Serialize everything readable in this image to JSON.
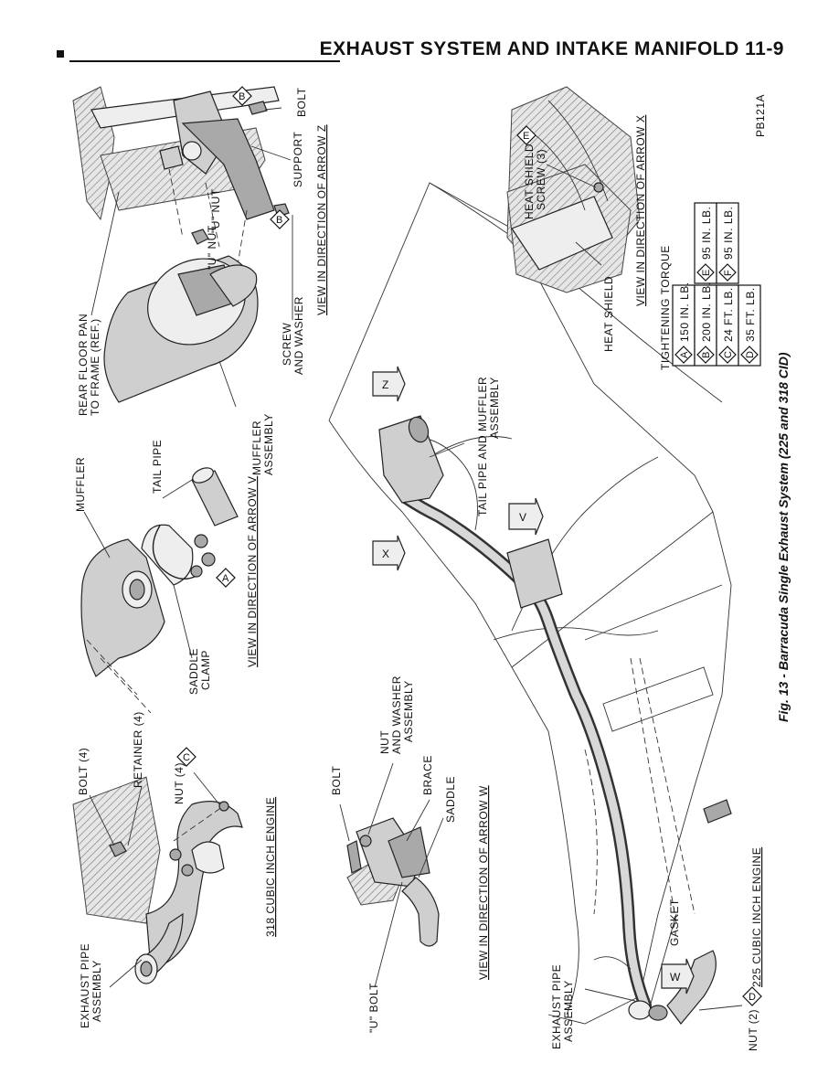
{
  "header": {
    "title": "EXHAUST SYSTEM AND INTAKE MANIFOLD 11-9"
  },
  "figure": {
    "caption": "Fig. 13 - Barracuda Single Exhaust System (225 and 318 CID)",
    "ref_code": "PB121A"
  },
  "views": {
    "view_v": "VIEW IN DIRECTION OF ARROW V",
    "view_w": "VIEW IN DIRECTION OF ARROW W",
    "view_x": "VIEW IN DIRECTION OF ARROW X",
    "view_z": "VIEW IN DIRECTION OF ARROW Z",
    "engine_318": "318 CUBIC INCH ENGINE",
    "engine_225": "225 CUBIC INCH ENGINE"
  },
  "labels": {
    "exhaust_pipe_assembly_1": "EXHAUST PIPE",
    "exhaust_pipe_assembly_2": "ASSEMBLY",
    "bolt_4": "BOLT (4)",
    "retainer_4": "RETAINER (4)",
    "nut_4": "NUT (4)",
    "muffler": "MUFFLER",
    "saddle_clamp_1": "SADDLE",
    "saddle_clamp_2": "CLAMP",
    "tail_pipe": "TAIL PIPE",
    "muffler_assembly_1": "MUFFLER",
    "muffler_assembly_2": "ASSEMBLY",
    "rear_floor_pan_1": "REAR FLOOR PAN",
    "rear_floor_pan_2": "TO FRAME (REF.)",
    "screw_washer_1": "SCREW",
    "screw_washer_2": "AND WASHER",
    "u_nut_1": "\"U\" NUT",
    "u_nut_2": "\"U\" NUT",
    "support": "SUPPORT",
    "bolt_top": "BOLT",
    "bolt_w": "BOLT",
    "nut_washer_1": "NUT",
    "nut_washer_2": "AND WASHER",
    "nut_washer_3": "ASSEMBLY",
    "brace": "BRACE",
    "saddle": "SADDLE",
    "u_bolt": "\"U\" BOLT",
    "gasket": "GASKET",
    "nut_2": "NUT (2)",
    "tail_muffler_1": "TAIL PIPE AND MUFFLER",
    "tail_muffler_2": "ASSEMBLY",
    "heat_shield_screw_1": "HEAT SHIELD",
    "heat_shield_screw_2": "SCREW (3)",
    "heat_shield": "HEAT SHIELD"
  },
  "markers": {
    "a": "A",
    "b": "B",
    "c": "C",
    "d": "D",
    "e": "E",
    "f": "F",
    "v": "V",
    "w": "W",
    "x": "X",
    "z": "Z"
  },
  "torque_table": {
    "title": "TIGHTENING TORQUE",
    "rows": [
      {
        "key": "A",
        "value": "150 IN. LB."
      },
      {
        "key": "B",
        "value": "200 IN. LB."
      },
      {
        "key": "C",
        "value": "24 FT. LB."
      },
      {
        "key": "D",
        "value": "35 FT. LB."
      },
      {
        "key": "E",
        "value": "95 IN. LB."
      },
      {
        "key": "F",
        "value": "95 IN. LB."
      }
    ]
  }
}
